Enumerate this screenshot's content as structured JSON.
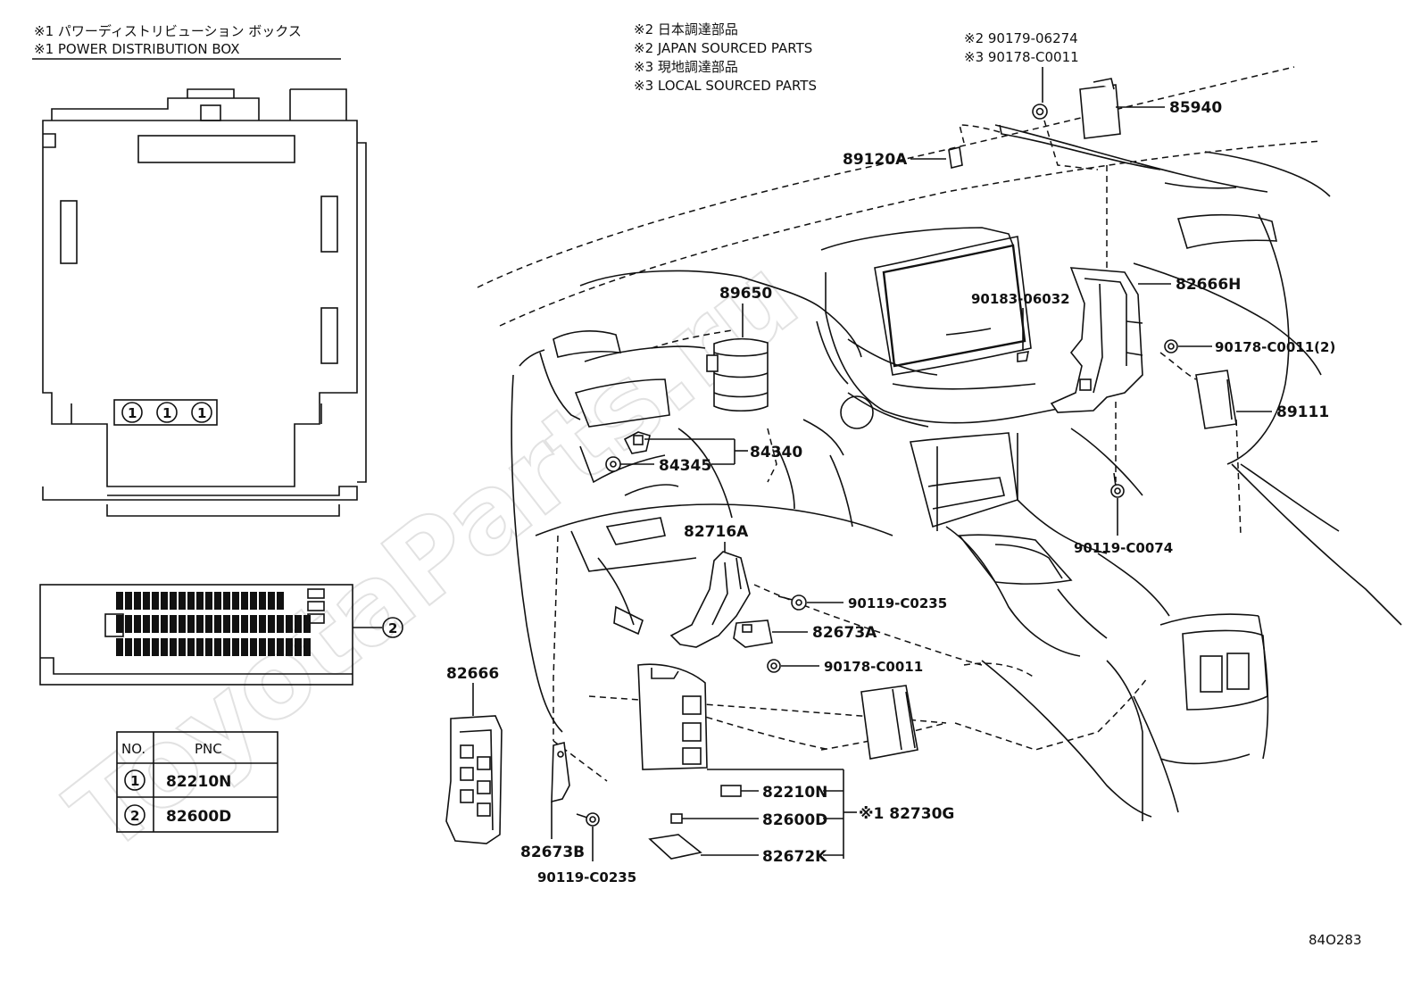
{
  "notes": {
    "left_line1": "※1 パワーディストリビューション ボックス",
    "left_line2": "※1 POWER DISTRIBUTION BOX",
    "center_line1": "※2 日本調達部品",
    "center_line2": "※2 JAPAN SOURCED PARTS",
    "center_line3": "※3 現地調達部品",
    "center_line4": "※3 LOCAL SOURCED PARTS",
    "top_ref1": "※2 90179-06274",
    "top_ref2": "※3 90178-C0011"
  },
  "watermark": "ToyotaParts.ru",
  "circle_one": "1",
  "circle_two": "2",
  "pnc_table": {
    "header_no": "NO.",
    "header_pnc": "PNC",
    "rows": [
      {
        "no": "1",
        "pnc": "82210N"
      },
      {
        "no": "2",
        "pnc": "82600D"
      }
    ]
  },
  "parts": {
    "p85940": "85940",
    "p89120A": "89120A",
    "p89650": "89650",
    "p90183": "90183-06032",
    "p82666H": "82666H",
    "p90178_2": "90178-C0011(2)",
    "p89111": "89111",
    "p84340": "84340",
    "p84345": "84345",
    "p82716A": "82716A",
    "p90119_C0235_top": "90119-C0235",
    "p90119_C0074": "90119-C0074",
    "p82673A": "82673A",
    "p90178_C0011": "90178-C0011",
    "p82666": "82666",
    "p82210N": "82210N",
    "p82600D": "82600D",
    "p82672K": "82672K",
    "p82730G": "※1 82730G",
    "p82673B": "82673B",
    "p90119_C0235_bot": "90119-C0235"
  },
  "figure_id": "84O283"
}
